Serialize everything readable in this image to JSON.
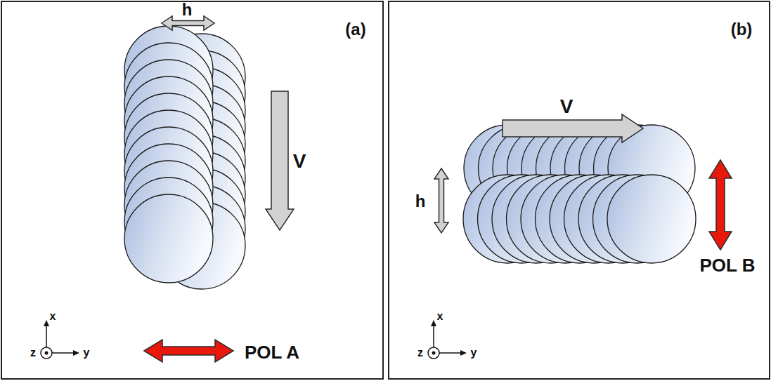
{
  "diagram": {
    "labels": [
      "h",
      "(a)",
      "V",
      "POL A",
      "x",
      "z",
      "y",
      "(b)",
      "V",
      "h",
      "POL B",
      "x",
      "z",
      "y"
    ]
  }
}
